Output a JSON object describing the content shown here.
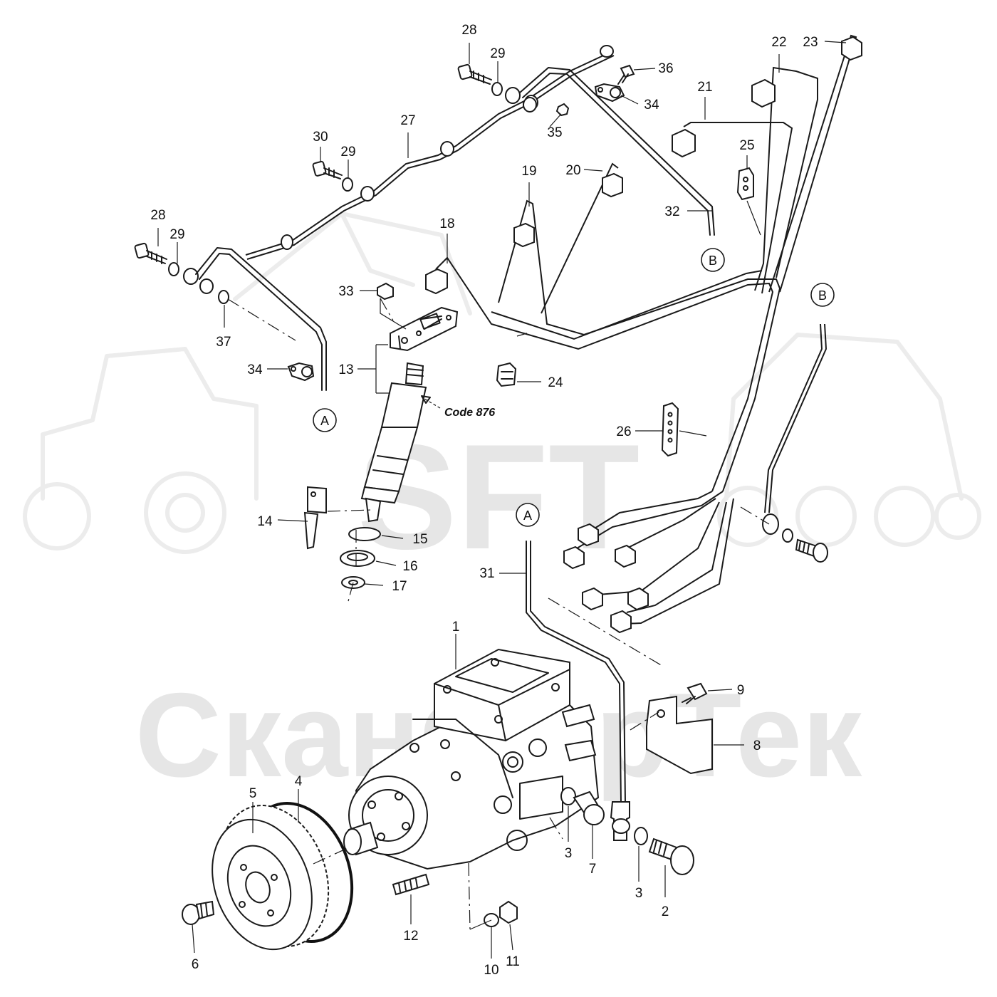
{
  "watermark": {
    "brand": "SFT",
    "company": "СканФорТек"
  },
  "code_note": "Code 876",
  "reference_markers": [
    "A",
    "B"
  ],
  "callouts": [
    {
      "id": "c1",
      "label": "1"
    },
    {
      "id": "c2",
      "label": "2"
    },
    {
      "id": "c3a",
      "label": "3"
    },
    {
      "id": "c3b",
      "label": "3"
    },
    {
      "id": "c4",
      "label": "4"
    },
    {
      "id": "c5",
      "label": "5"
    },
    {
      "id": "c6",
      "label": "6"
    },
    {
      "id": "c7",
      "label": "7"
    },
    {
      "id": "c8",
      "label": "8"
    },
    {
      "id": "c9",
      "label": "9"
    },
    {
      "id": "c10",
      "label": "10"
    },
    {
      "id": "c11",
      "label": "11"
    },
    {
      "id": "c12",
      "label": "12"
    },
    {
      "id": "c13",
      "label": "13"
    },
    {
      "id": "c14",
      "label": "14"
    },
    {
      "id": "c15",
      "label": "15"
    },
    {
      "id": "c16",
      "label": "16"
    },
    {
      "id": "c17",
      "label": "17"
    },
    {
      "id": "c18",
      "label": "18"
    },
    {
      "id": "c19",
      "label": "19"
    },
    {
      "id": "c20",
      "label": "20"
    },
    {
      "id": "c21",
      "label": "21"
    },
    {
      "id": "c22",
      "label": "22"
    },
    {
      "id": "c23",
      "label": "23"
    },
    {
      "id": "c24",
      "label": "24"
    },
    {
      "id": "c25",
      "label": "25"
    },
    {
      "id": "c26",
      "label": "26"
    },
    {
      "id": "c27",
      "label": "27"
    },
    {
      "id": "c28a",
      "label": "28"
    },
    {
      "id": "c28b",
      "label": "28"
    },
    {
      "id": "c29a",
      "label": "29"
    },
    {
      "id": "c29b",
      "label": "29"
    },
    {
      "id": "c29c",
      "label": "29"
    },
    {
      "id": "c30",
      "label": "30"
    },
    {
      "id": "c31",
      "label": "31"
    },
    {
      "id": "c32",
      "label": "32"
    },
    {
      "id": "c33",
      "label": "33"
    },
    {
      "id": "c34a",
      "label": "34"
    },
    {
      "id": "c34b",
      "label": "34"
    },
    {
      "id": "c35",
      "label": "35"
    },
    {
      "id": "c36",
      "label": "36"
    },
    {
      "id": "c37",
      "label": "37"
    }
  ]
}
